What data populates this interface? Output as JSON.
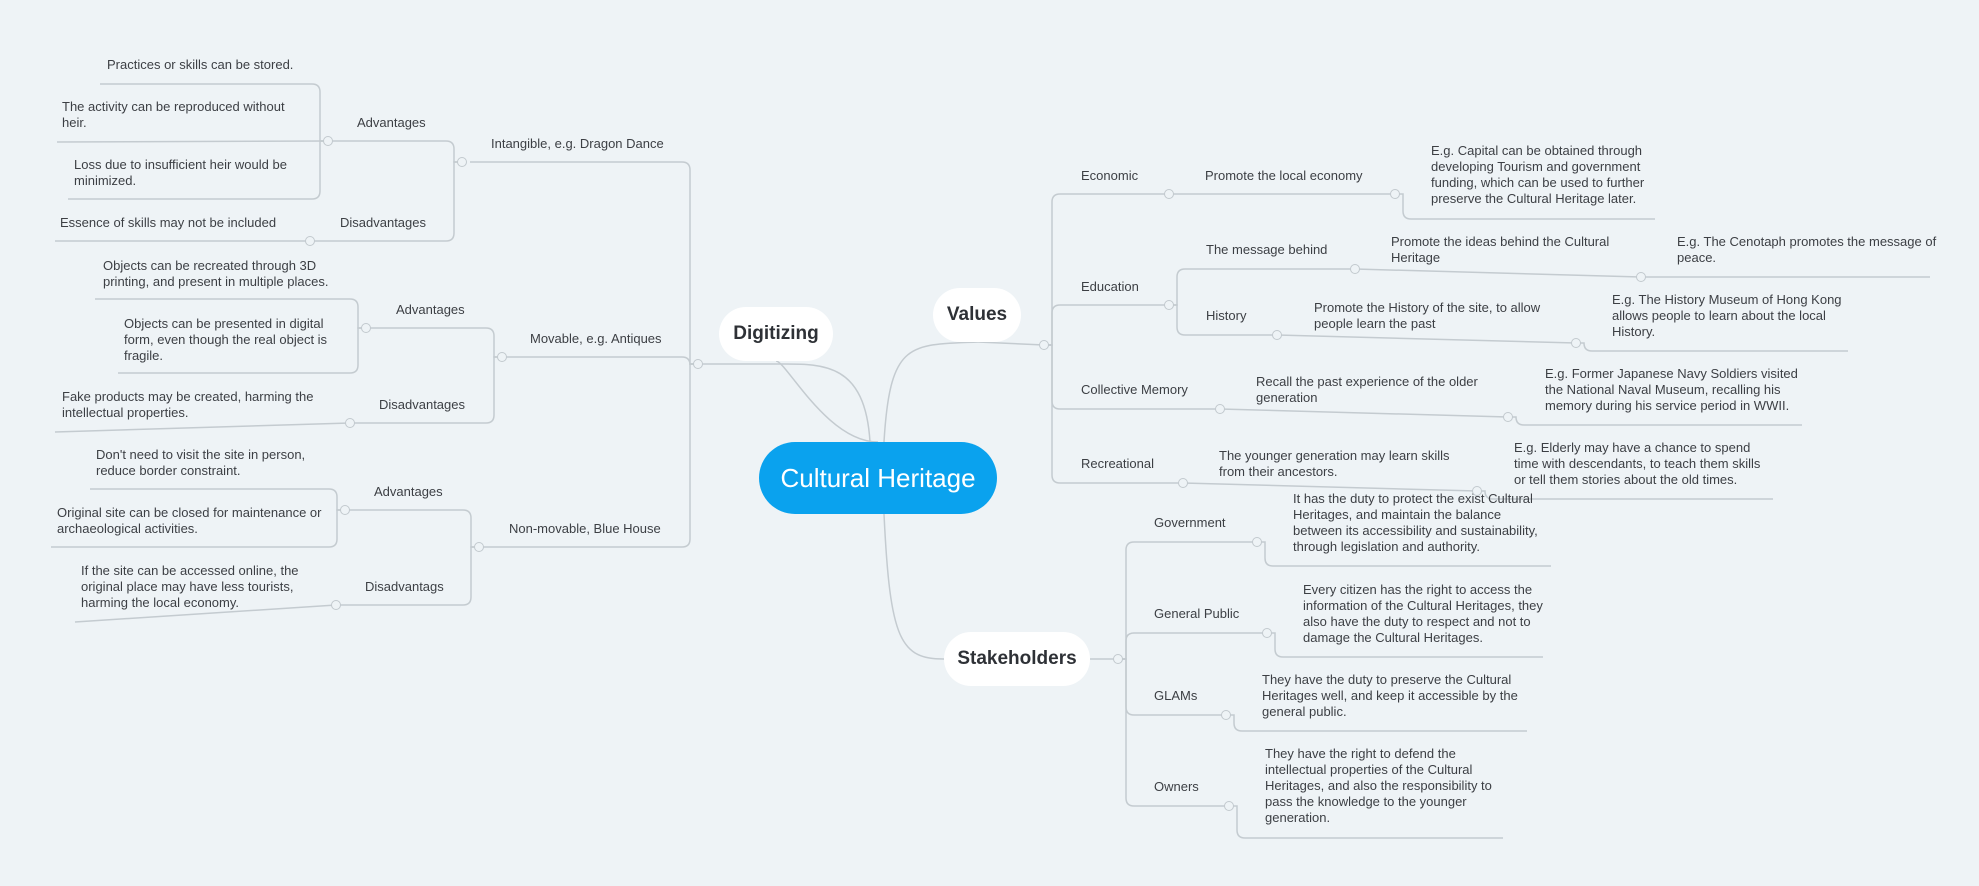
{
  "root": "Cultural Heritage",
  "digitizing": {
    "title": "Digitizing",
    "intangible": {
      "label": "Intangible, e.g. Dragon Dance",
      "adv_label": "Advantages",
      "adv": [
        "Practices or skills can be stored.",
        "The activity can be reproduced without heir.",
        "Loss due to insufficient heir would be minimized."
      ],
      "dis_label": "Disadvantages",
      "dis": [
        "Essence of skills may not be included"
      ]
    },
    "movable": {
      "label": "Movable, e.g. Antiques",
      "adv_label": "Advantages",
      "adv": [
        "Objects can be recreated through 3D printing, and present in multiple places.",
        "Objects can be presented in digital form, even though the real object is fragile."
      ],
      "dis_label": "Disadvantages",
      "dis": [
        "Fake products may be created, harming the intellectual properties."
      ]
    },
    "nonmovable": {
      "label": "Non-movable, Blue House",
      "adv_label": "Advantages",
      "adv": [
        "Don't need to visit the site in person, reduce border constraint.",
        "Original site can be closed for maintenance or archaeological activities."
      ],
      "dis_label": "Disadvantags",
      "dis": [
        "If the site can be accessed online, the original place may have less tourists, harming the local economy."
      ]
    }
  },
  "values": {
    "title": "Values",
    "economic": {
      "label": "Economic",
      "sub": "Promote the local economy",
      "example": "E.g. Capital can be obtained through developing Tourism and government funding, which can be used to further preserve the Cultural Heritage later."
    },
    "education": {
      "label": "Education",
      "message": {
        "label": "The message behind",
        "sub": "Promote the ideas behind the Cultural Heritage",
        "example": "E.g. The Cenotaph promotes the message of peace."
      },
      "history": {
        "label": "History",
        "sub": "Promote the History of the site, to allow people learn the past",
        "example": "E.g. The History Museum of Hong Kong allows people to learn about the local History."
      }
    },
    "memory": {
      "label": "Collective Memory",
      "sub": "Recall the past experience of the older generation",
      "example": "E.g. Former Japanese Navy Soldiers visited the National Naval Museum, recalling his memory during his service period in WWII."
    },
    "recreational": {
      "label": "Recreational",
      "sub": "The younger generation may learn skills from their ancestors.",
      "example": "E.g. Elderly may have a chance to spend time with descendants, to teach them skills or tell them stories about the old times."
    }
  },
  "stakeholders": {
    "title": "Stakeholders",
    "government": {
      "label": "Government",
      "text": "It has the duty to protect the exist Cultural Heritages, and maintain the balance between its accessibility and sustainability, through legislation and authority."
    },
    "public": {
      "label": "General Public",
      "text": "Every citizen has the right to access the information of the Cultural Heritages, they also have the duty to respect and not to damage the Cultural Heritages."
    },
    "glams": {
      "label": "GLAMs",
      "text": "They have the duty to preserve the Cultural Heritages well, and keep it accessible by the general public."
    },
    "owners": {
      "label": "Owners",
      "text": "They have the right to defend the intellectual properties of the Cultural Heritages, and also the responsibility to pass the knowledge to the younger generation."
    }
  }
}
